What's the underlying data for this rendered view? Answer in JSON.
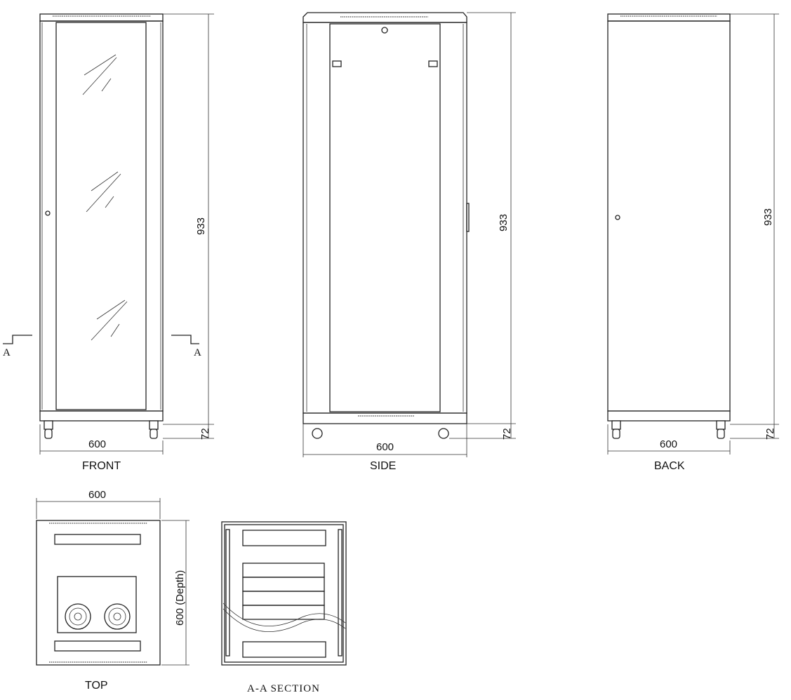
{
  "views": {
    "front": {
      "label": "FRONT",
      "height": "933",
      "base": "72",
      "width": "600",
      "section_marker": "A"
    },
    "side": {
      "label": "SIDE",
      "height": "933",
      "base": "72",
      "width": "600"
    },
    "back": {
      "label": "BACK",
      "height": "933",
      "base": "72",
      "width": "600"
    },
    "top": {
      "label": "TOP",
      "width": "600",
      "depth": "600 (Depth)"
    },
    "section": {
      "label": "A-A  SECTION"
    }
  }
}
